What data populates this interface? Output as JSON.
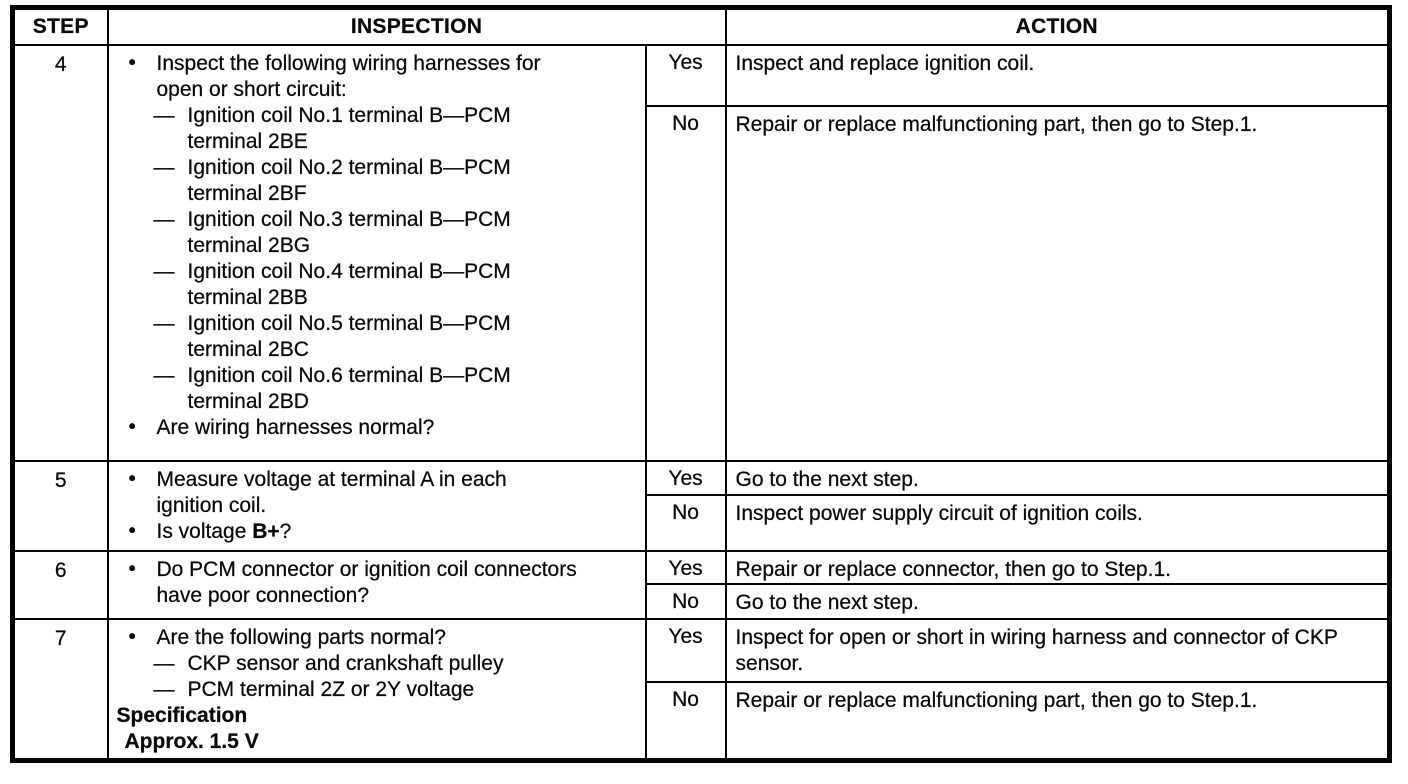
{
  "colors": {
    "ink": "#000000",
    "background": "#ffffff"
  },
  "markers": {
    "bullet": "•",
    "dash": "—"
  },
  "table": {
    "headers": {
      "step": "STEP",
      "inspection": "INSPECTION",
      "action": "ACTION"
    },
    "rows": [
      {
        "step": "4",
        "inspection": [
          {
            "m": "bullet",
            "text": "Inspect the following wiring harnesses for"
          },
          {
            "m": "cont",
            "text": "open or short circuit:"
          },
          {
            "m": "dash",
            "text": "Ignition coil No.1 terminal B—PCM"
          },
          {
            "m": "dashcont",
            "text": "terminal 2BE"
          },
          {
            "m": "dash",
            "text": "Ignition coil No.2 terminal B—PCM"
          },
          {
            "m": "dashcont",
            "text": "terminal 2BF"
          },
          {
            "m": "dash",
            "text": "Ignition coil No.3 terminal B—PCM"
          },
          {
            "m": "dashcont",
            "text": "terminal 2BG"
          },
          {
            "m": "dash",
            "text": "Ignition coil No.4 terminal B—PCM"
          },
          {
            "m": "dashcont",
            "text": "terminal 2BB"
          },
          {
            "m": "dash",
            "text": "Ignition coil No.5 terminal B—PCM"
          },
          {
            "m": "dashcont",
            "text": "terminal 2BC"
          },
          {
            "m": "dash",
            "text": "Ignition coil No.6 terminal B—PCM"
          },
          {
            "m": "dashcont",
            "text": "terminal 2BD"
          },
          {
            "m": "bullet",
            "text": "Are wiring harnesses normal?"
          }
        ],
        "yes_label": "Yes",
        "no_label": "No",
        "yes_action": "Inspect and replace ignition coil.",
        "no_action": "Repair or replace malfunctioning part, then go to Step.1."
      },
      {
        "step": "5",
        "inspection": [
          {
            "m": "bullet",
            "text": "Measure voltage at terminal A in each"
          },
          {
            "m": "cont",
            "text": "ignition coil."
          },
          {
            "m": "bullet",
            "text": "Is voltage **B+**?"
          }
        ],
        "yes_label": "Yes",
        "no_label": "No",
        "yes_action": "Go to the next step.",
        "no_action": "Inspect power supply circuit of ignition coils."
      },
      {
        "step": "6",
        "inspection": [
          {
            "m": "bullet",
            "text": "Do PCM connector or ignition coil connectors"
          },
          {
            "m": "cont",
            "text": "have poor connection?"
          }
        ],
        "yes_label": "Yes",
        "no_label": "No",
        "yes_action": "Repair or replace connector, then go to Step.1.",
        "no_action": "Go to the next step."
      },
      {
        "step": "7",
        "inspection": [
          {
            "m": "bullet",
            "text": "Are the following parts normal?"
          },
          {
            "m": "dash",
            "text": "CKP sensor and crankshaft pulley"
          },
          {
            "m": "dash",
            "text": "PCM terminal 2Z or 2Y voltage"
          },
          {
            "m": "spec",
            "text": "Specification"
          },
          {
            "m": "specval",
            "text": "Approx. 1.5 V"
          }
        ],
        "yes_label": "Yes",
        "no_label": "No",
        "yes_action": "Inspect for open or short in wiring harness and connector of CKP sensor.",
        "no_action": "Repair or replace malfunctioning part, then go to Step.1."
      }
    ]
  }
}
